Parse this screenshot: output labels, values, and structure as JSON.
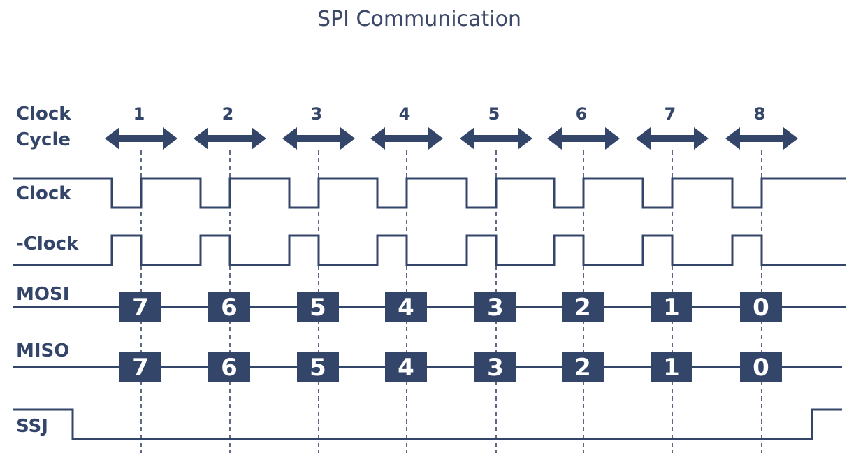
{
  "title": "SPI Communication",
  "labels": {
    "clock_cycle_line1": "Clock",
    "clock_cycle_line2": "Cycle",
    "clock": "Clock",
    "neg_clock": "-Clock",
    "mosi": "MOSI",
    "miso": "MISO",
    "ssj": "SSJ"
  },
  "clock_cycles": [
    "1",
    "2",
    "3",
    "4",
    "5",
    "6",
    "7",
    "8"
  ],
  "mosi_bits": [
    "7",
    "6",
    "5",
    "4",
    "3",
    "2",
    "1",
    "0"
  ],
  "miso_bits": [
    "7",
    "6",
    "5",
    "4",
    "3",
    "2",
    "1",
    "0"
  ],
  "colors": {
    "ink": "#34456a",
    "title": "#3b4868",
    "background": "#ffffff"
  }
}
